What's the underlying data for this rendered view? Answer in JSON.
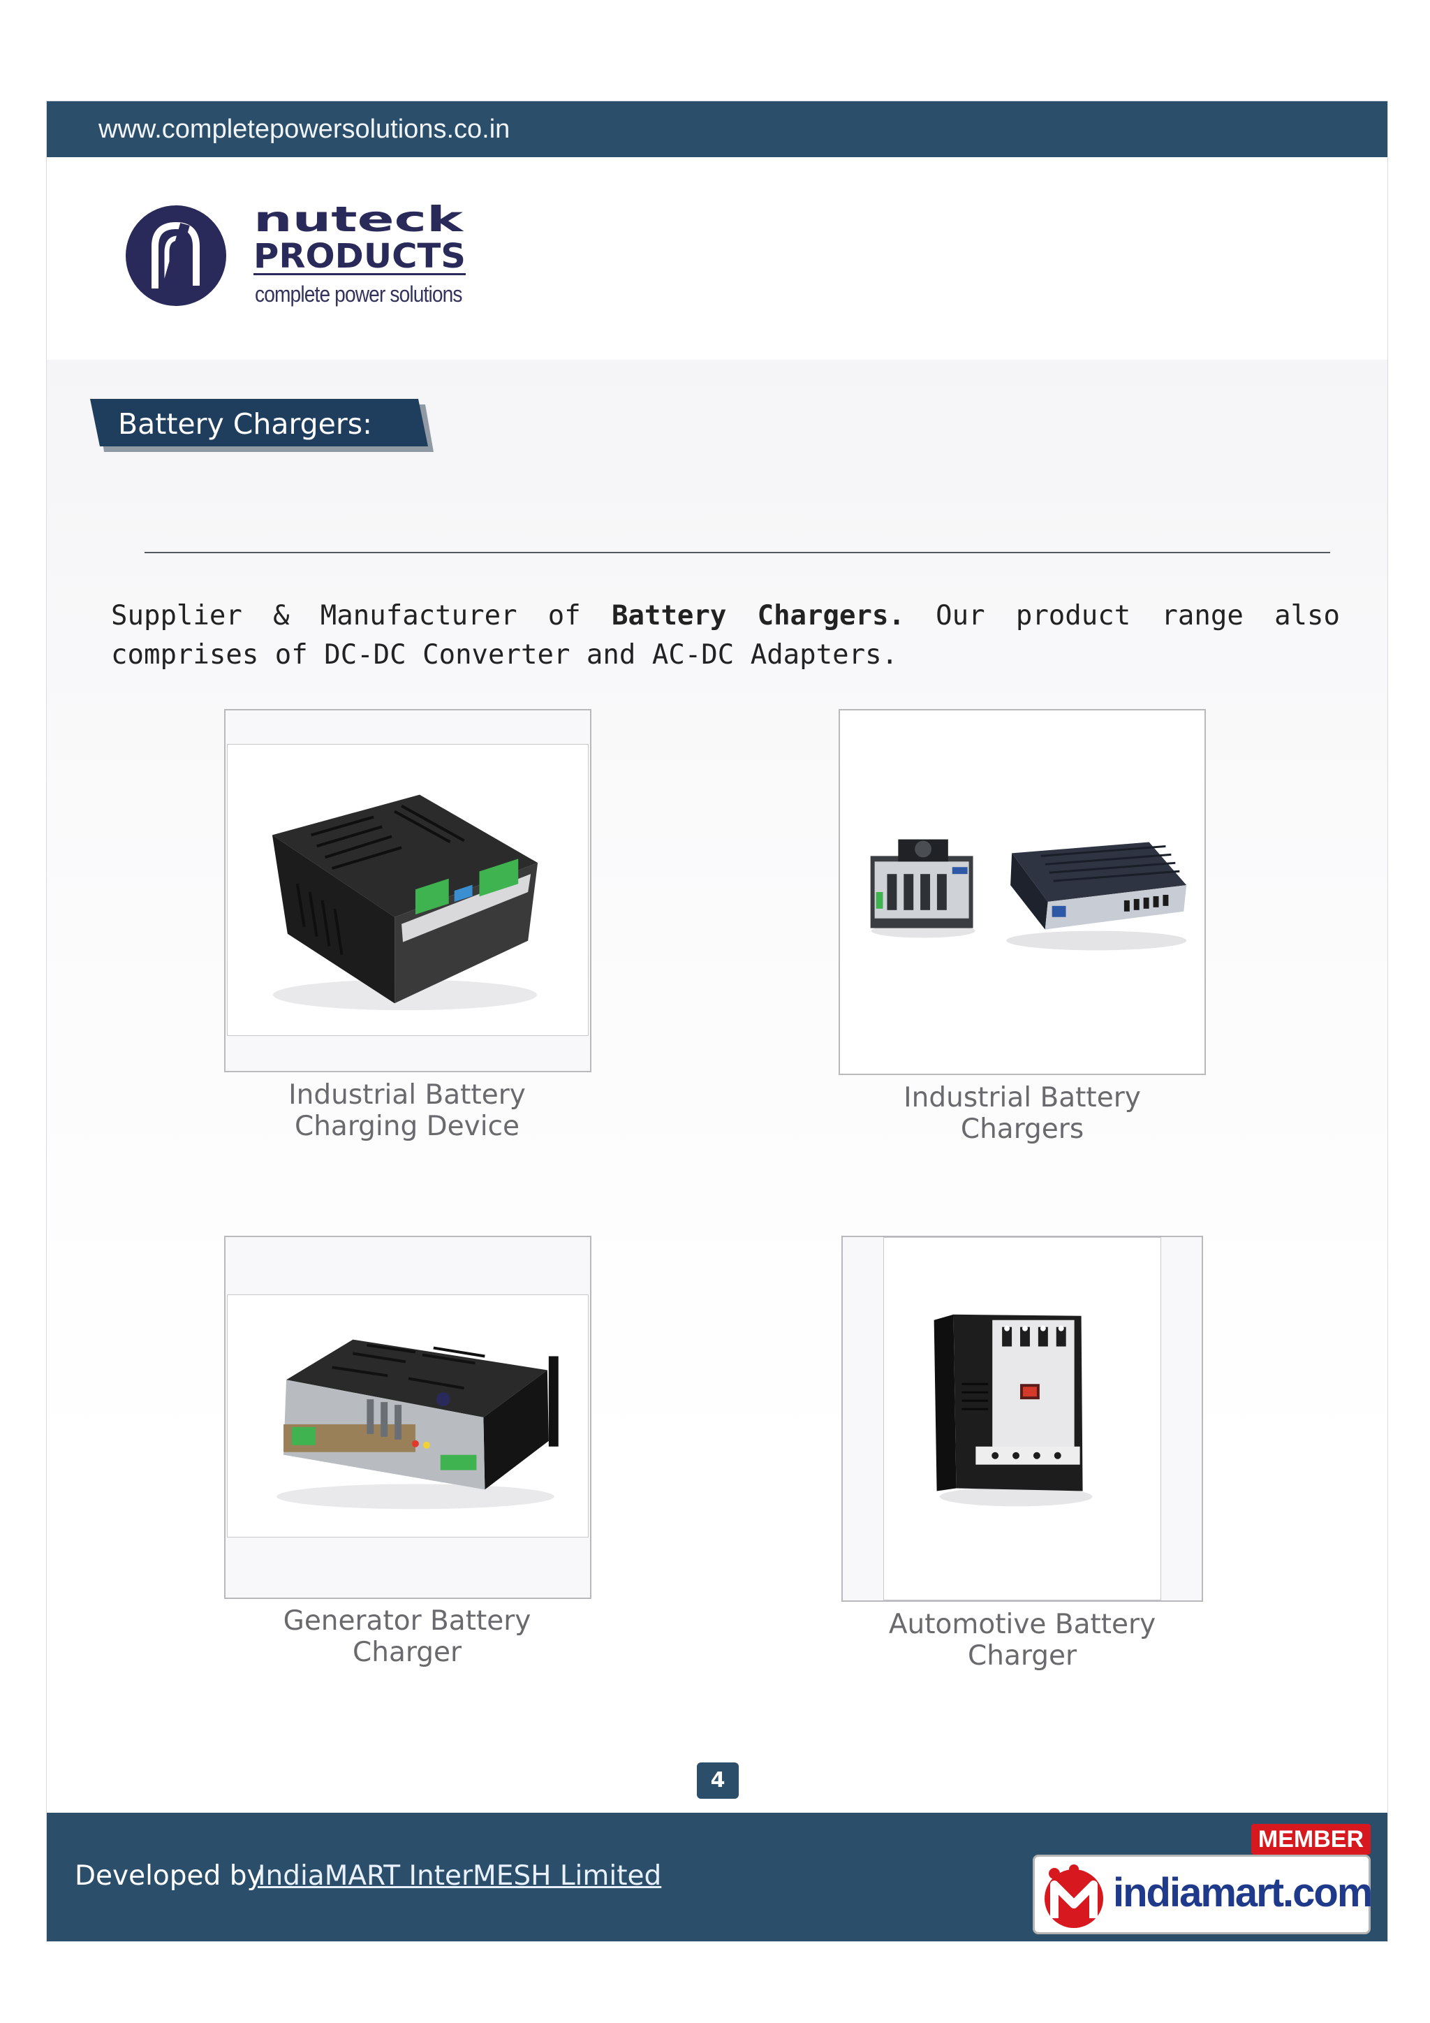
{
  "header": {
    "url": "www.completepowersolutions.co.in"
  },
  "logo": {
    "brand_line1": "nuteck",
    "brand_line2": "PRODUCTS",
    "tagline": "complete power solutions"
  },
  "section": {
    "heading": "Battery Chargers:",
    "intro_prefix": "Supplier & Manufacturer of ",
    "intro_bold": "Battery Chargers.",
    "intro_suffix": " Our product range also comprises of DC-DC Converter and AC-DC Adapters."
  },
  "products": [
    {
      "line1": "Industrial Battery",
      "line2": "Charging Device"
    },
    {
      "line1": "Industrial Battery",
      "line2": "Chargers"
    },
    {
      "line1": "Generator Battery",
      "line2": "Charger"
    },
    {
      "line1": "Automotive Battery",
      "line2": "Charger"
    }
  ],
  "page_number": "4",
  "footer": {
    "developed_by": "Developed by",
    "link_text": "IndiaMART InterMESH Limited",
    "member_label": "MEMBER",
    "badge_text": "indiamart.com"
  },
  "colors": {
    "header_bar": "#2b4f6b",
    "heading_tab": "#1f3d5c",
    "logo_navy": "#2a2a5a",
    "member_red": "#d7191f"
  }
}
